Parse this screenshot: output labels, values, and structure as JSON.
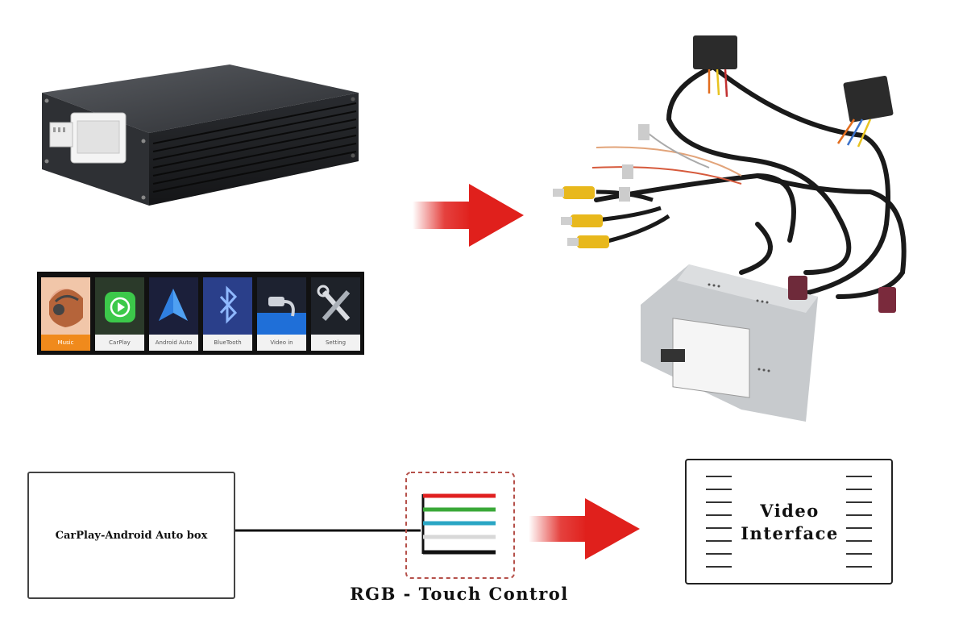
{
  "apps": [
    {
      "label": "Music",
      "icon": "music-icon"
    },
    {
      "label": "CarPlay",
      "icon": "carplay-icon"
    },
    {
      "label": "Android Auto",
      "icon": "android-auto-icon"
    },
    {
      "label": "BlueTooth",
      "icon": "bluetooth-icon"
    },
    {
      "label": "Video in",
      "icon": "video-in-icon"
    },
    {
      "label": "Setting",
      "icon": "settings-icon"
    }
  ],
  "diagram": {
    "source_box_label": "CarPlay-Android Auto box",
    "rgb_label": "RGB - Touch Control",
    "video_line1": "Video",
    "video_line2": "Interface"
  },
  "colors": {
    "arrow": "#e0201c",
    "rgb_wires": [
      "#e02020",
      "#3aa838",
      "#2aa6c4",
      "#d8d8d8",
      "#111111"
    ],
    "music_tile": "#f08a1c"
  }
}
